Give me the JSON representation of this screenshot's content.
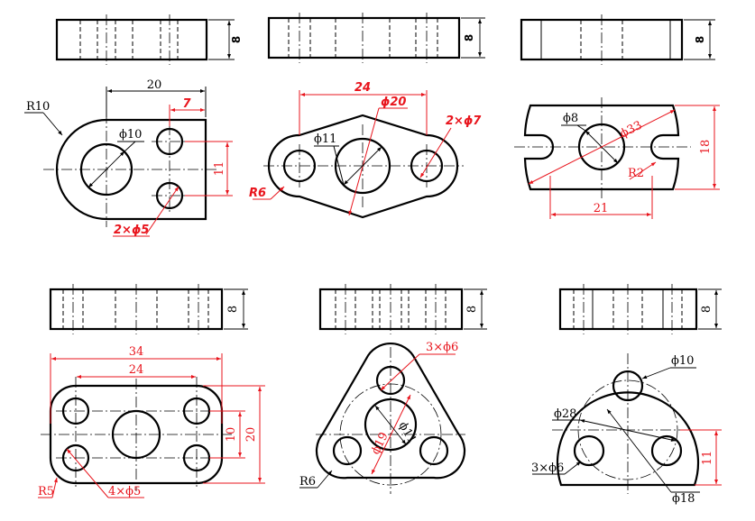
{
  "colors": {
    "outline": "#000000",
    "dimension_red": "#e8141c"
  },
  "parts": [
    {
      "thickness": "8",
      "dims": {
        "len": "20",
        "offset": "7",
        "hole": "ϕ10",
        "radius": "R10",
        "height": "11",
        "holes": "2×ϕ5"
      }
    },
    {
      "thickness": "8",
      "dims": {
        "len": "24",
        "center": "ϕ20",
        "side": "2×ϕ7",
        "hole": "ϕ11",
        "radius": "R6"
      }
    },
    {
      "thickness": "8",
      "dims": {
        "hole": "ϕ8",
        "arc": "ϕ33",
        "radius": "R2",
        "len": "21",
        "height": "18"
      }
    },
    {
      "thickness": "8",
      "dims": {
        "total": "34",
        "spacing": "24",
        "height": "20",
        "vspacing": "10",
        "radius": "R5",
        "holes": "4×ϕ5"
      }
    },
    {
      "thickness": "8",
      "dims": {
        "holes": "3×ϕ6",
        "pcd": "ϕ19",
        "center": "ϕ11",
        "radius": "R6"
      }
    },
    {
      "thickness": "8",
      "dims": {
        "top_hole": "ϕ10",
        "pcd": "ϕ28",
        "holes": "3×ϕ6",
        "outer": "ϕ18",
        "height": "11"
      }
    }
  ]
}
